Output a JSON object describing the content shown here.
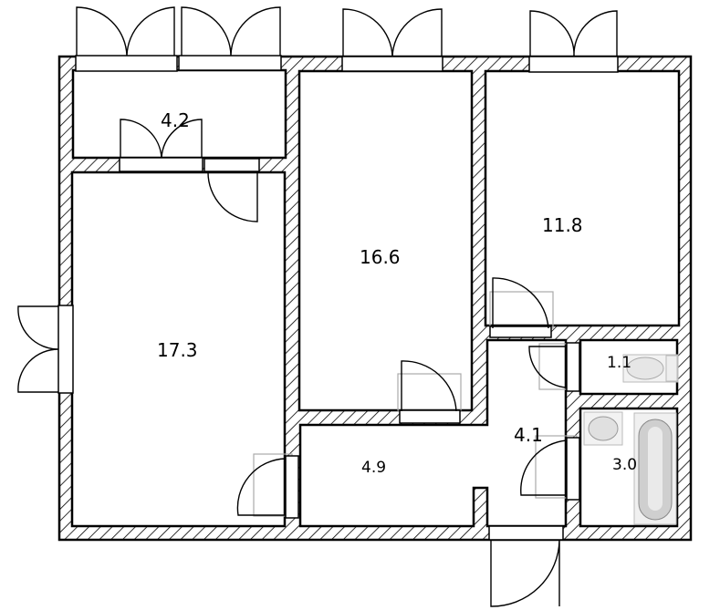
{
  "plan": {
    "rooms": [
      {
        "id": "balcony",
        "area": "4.2"
      },
      {
        "id": "living-room",
        "area": "17.3"
      },
      {
        "id": "bedroom",
        "area": "16.6"
      },
      {
        "id": "bedroom-2",
        "area": "11.8"
      },
      {
        "id": "corridor",
        "area": "4.9"
      },
      {
        "id": "hall",
        "area": "4.1"
      },
      {
        "id": "toilet",
        "area": "1.1"
      },
      {
        "id": "bathroom",
        "area": "3.0"
      }
    ],
    "colors": {
      "wall": "#000000",
      "hatch": "#000000",
      "background": "#ffffff"
    }
  }
}
